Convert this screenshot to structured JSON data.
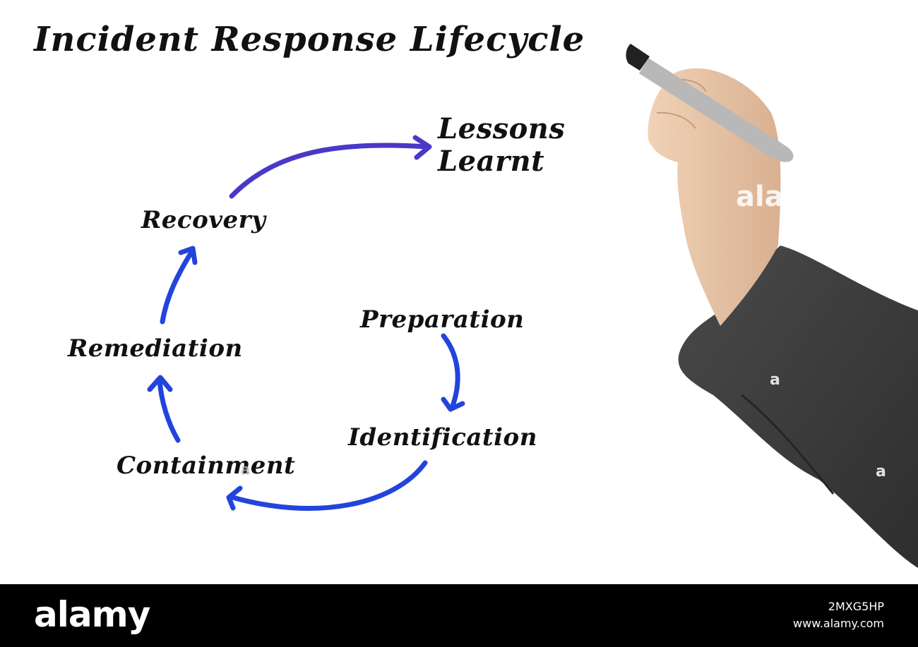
{
  "diagram": {
    "title": "Incident Response Lifecycle",
    "stages": {
      "lessons": "Lessons Learnt",
      "recovery": "Recovery",
      "preparation": "Preparation",
      "remediation": "Remediation",
      "identification": "Identification",
      "containment": "Containment"
    },
    "colors": {
      "arrow_blue": "#2244dd",
      "arrow_purple": "#4a38c8",
      "ink": "#111111",
      "sleeve": "#3a3a3a",
      "skin": "#e8c4a4"
    }
  },
  "watermark": {
    "overlay_1": "ala",
    "overlay_2": "a",
    "overlay_3": "a",
    "overlay_4": "a"
  },
  "footer": {
    "brand": "alamy",
    "image_id": "2MXG5HP",
    "site": "www.alamy.com"
  }
}
